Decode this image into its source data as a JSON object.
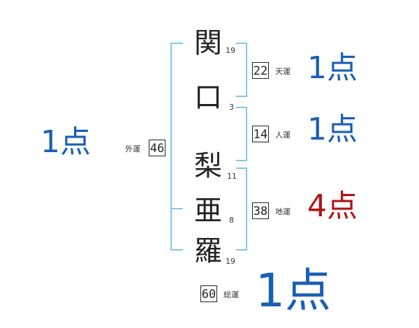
{
  "name_characters": [
    {
      "char": "関",
      "strokes": "19"
    },
    {
      "char": "口",
      "strokes": "3"
    },
    {
      "char": "梨",
      "strokes": "11"
    },
    {
      "char": "亜",
      "strokes": "8"
    },
    {
      "char": "羅",
      "strokes": "19"
    }
  ],
  "fortunes": {
    "ten": {
      "value": "22",
      "label": "天運",
      "score": "1点",
      "color": "#1a5fb4"
    },
    "jin": {
      "value": "14",
      "label": "人運",
      "score": "1点",
      "color": "#1a5fb4"
    },
    "chi": {
      "value": "38",
      "label": "地運",
      "score": "4点",
      "color": "#b01515"
    },
    "gai": {
      "value": "46",
      "label": "外運",
      "score": "1点",
      "color": "#1a5fb4"
    },
    "total": {
      "value": "60",
      "label": "総運",
      "score": "1点",
      "color": "#1a5fb4"
    }
  },
  "bracket_color": "#80c8e8"
}
